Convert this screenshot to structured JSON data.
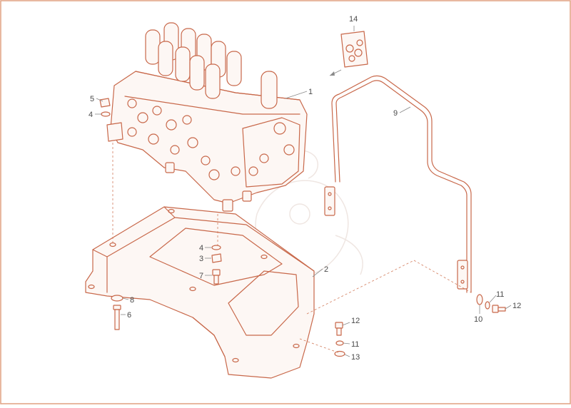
{
  "diagram": {
    "callouts": {
      "c1": "1",
      "c2": "2",
      "c3": "3",
      "c4a": "4",
      "c4b": "4",
      "c5": "5",
      "c6": "6",
      "c7": "7",
      "c8": "8",
      "c9": "9",
      "c10": "10",
      "c11a": "11",
      "c11b": "11",
      "c12a": "12",
      "c12b": "12",
      "c13": "13",
      "c14": "14"
    },
    "colors": {
      "line": "#c8684a",
      "border": "#e0a080",
      "text": "#4a4a4a",
      "leader": "#8a8a8a",
      "watermark": "#efe6e2"
    }
  }
}
